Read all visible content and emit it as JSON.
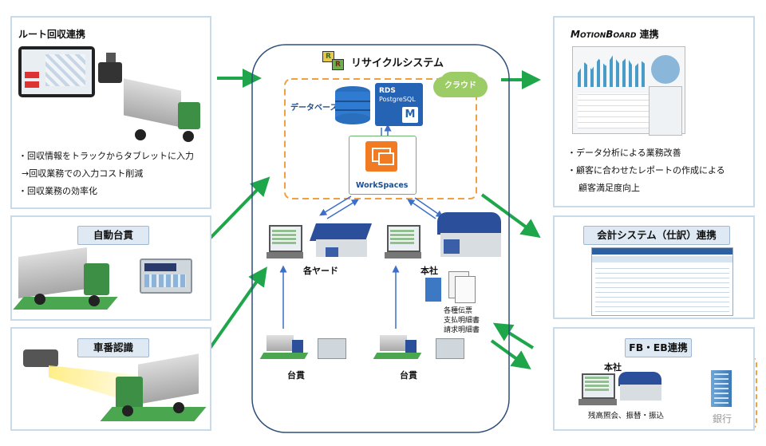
{
  "center": {
    "title": "リサイクルシステム",
    "cloud_label": "クラウド",
    "database_label": "データベース",
    "rds_label": "RDS",
    "postgres_label": "PostgreSQL",
    "m_label": "M",
    "workspaces_label": "WorkSpaces",
    "yard_label": "各ヤード",
    "hq_label": "本社",
    "scale_label_left": "台貫",
    "scale_label_right": "台貫",
    "docs": [
      "各種伝票",
      "支払明細書",
      "請求明細書"
    ]
  },
  "route": {
    "title": "ルート回収連携",
    "bullets": [
      "・回収情報をトラックからタブレットに入力",
      "→回収業務での入力コスト削減",
      "・回収業務の効率化"
    ]
  },
  "auto_scale": {
    "title": "自動台貫"
  },
  "plate": {
    "title": "車番認識"
  },
  "motionboard": {
    "title_prefix": "M",
    "title_otion": "OTION",
    "title_b": "B",
    "title_oard": "OARD",
    "title_suffix": " 連携",
    "bullets": [
      "・データ分析による業務改善",
      "・顧客に合わせたレポートの作成による",
      "顧客満足度向上"
    ]
  },
  "accounting": {
    "title": "会計システム（仕訳）連携"
  },
  "fbeb": {
    "title": "FB・EB連携",
    "hq_label": "本社",
    "bank_label": "銀行",
    "caption": "残高照会、振替・振込"
  },
  "colors": {
    "arrow_green": "#1fa64a",
    "orange_dash": "#f0a040",
    "box_border": "#c9dbe8",
    "pill_fill": "#dfe9f3"
  }
}
